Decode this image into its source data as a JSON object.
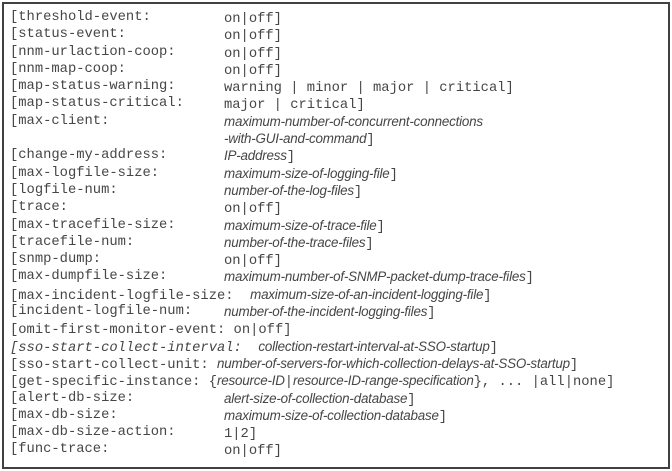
{
  "colors": {
    "text": "#464646",
    "border": "#414141",
    "background": "#ffffff"
  },
  "listing": {
    "lines": [
      {
        "segments": [
          {
            "t": "[threshold-event:",
            "s": "key"
          },
          {
            "t": "on|off]",
            "s": "mono"
          }
        ]
      },
      {
        "segments": [
          {
            "t": "[status-event:",
            "s": "key"
          },
          {
            "t": "on|off]",
            "s": "mono"
          }
        ]
      },
      {
        "segments": [
          {
            "t": "[nnm-urlaction-coop:",
            "s": "key"
          },
          {
            "t": "on|off]",
            "s": "mono"
          }
        ]
      },
      {
        "segments": [
          {
            "t": "[nnm-map-coop:",
            "s": "key"
          },
          {
            "t": "on|off]",
            "s": "mono"
          }
        ]
      },
      {
        "segments": [
          {
            "t": "[map-status-warning:",
            "s": "key"
          },
          {
            "t": "warning | minor | major | critical]",
            "s": "mono"
          }
        ]
      },
      {
        "segments": [
          {
            "t": "[map-status-critical:",
            "s": "key"
          },
          {
            "t": "major | critical]",
            "s": "mono"
          }
        ]
      },
      {
        "segments": [
          {
            "t": "[max-client:",
            "s": "key"
          },
          {
            "t": "maximum-number-of-concurrent-connections",
            "s": "sans-italic"
          }
        ]
      },
      {
        "segments": [
          {
            "t": "",
            "s": "key"
          },
          {
            "t": "-with-GUI-and-command",
            "s": "sans-italic"
          },
          {
            "t": "]",
            "s": "mono"
          }
        ]
      },
      {
        "segments": [
          {
            "t": "[change-my-address:",
            "s": "key"
          },
          {
            "t": "IP-address",
            "s": "sans-italic"
          },
          {
            "t": "]",
            "s": "mono"
          }
        ]
      },
      {
        "segments": [
          {
            "t": "[max-logfile-size:",
            "s": "key"
          },
          {
            "t": "maximum-size-of-logging-file",
            "s": "sans-italic"
          },
          {
            "t": "]",
            "s": "mono"
          }
        ]
      },
      {
        "segments": [
          {
            "t": "[logfile-num:",
            "s": "key"
          },
          {
            "t": "number-of-the-log-files",
            "s": "sans-italic"
          },
          {
            "t": "]",
            "s": "mono"
          }
        ]
      },
      {
        "segments": [
          {
            "t": "[trace:",
            "s": "key"
          },
          {
            "t": "on|off]",
            "s": "mono"
          }
        ]
      },
      {
        "segments": [
          {
            "t": "[max-tracefile-size:",
            "s": "key"
          },
          {
            "t": "maximum-size-of-trace-file",
            "s": "sans-italic"
          },
          {
            "t": "]",
            "s": "mono"
          }
        ]
      },
      {
        "segments": [
          {
            "t": "[tracefile-num:",
            "s": "key"
          },
          {
            "t": "number-of-the-trace-files",
            "s": "sans-italic"
          },
          {
            "t": "]",
            "s": "mono"
          }
        ]
      },
      {
        "segments": [
          {
            "t": "[snmp-dump:",
            "s": "key"
          },
          {
            "t": "on|off]",
            "s": "mono"
          }
        ]
      },
      {
        "segments": [
          {
            "t": "[max-dumpfile-size:",
            "s": "key"
          },
          {
            "t": "maximum-number-of-SNMP-packet-dump-trace-files",
            "s": "sans-italic"
          },
          {
            "t": "]",
            "s": "mono"
          }
        ]
      },
      {
        "segments": [
          {
            "t": "[max-incident-logfile-size:  ",
            "s": "mono"
          },
          {
            "t": "maximum-size-of-an-incident-logging-file",
            "s": "sans-italic"
          },
          {
            "t": "]",
            "s": "mono"
          }
        ]
      },
      {
        "segments": [
          {
            "t": "[incident-logfile-num:",
            "s": "key"
          },
          {
            "t": "number-of-the-incident-logging-files",
            "s": "sans-italic"
          },
          {
            "t": "]",
            "s": "mono"
          }
        ]
      },
      {
        "segments": [
          {
            "t": "[omit-first-monitor-event: on|off]",
            "s": "mono"
          }
        ]
      },
      {
        "segments": [
          {
            "t": "[sso-start-collect-interval:",
            "s": "mono-italic"
          },
          {
            "t": "  ",
            "s": "mono"
          },
          {
            "t": "collection-restart-interval-at-SSO-startup",
            "s": "sans-italic"
          },
          {
            "t": "]",
            "s": "mono"
          }
        ]
      },
      {
        "segments": [
          {
            "t": "[sso-start-collect-unit: ",
            "s": "mono"
          },
          {
            "t": "number-of-servers-for-which-collection-delays-at-SSO-startup",
            "s": "sans-italic"
          },
          {
            "t": "]",
            "s": "mono"
          }
        ]
      },
      {
        "segments": [
          {
            "t": "[get-specific-instance: ",
            "s": "mono"
          },
          {
            "t": "{",
            "s": "mono"
          },
          {
            "t": "resource-ID",
            "s": "sans-italic"
          },
          {
            "t": "|",
            "s": "mono"
          },
          {
            "t": "resource-ID-range-specification",
            "s": "sans-italic"
          },
          {
            "t": "}, ... |all|none]",
            "s": "mono"
          }
        ]
      },
      {
        "segments": [
          {
            "t": "[alert-db-size:",
            "s": "key"
          },
          {
            "t": "alert-size-of-collection-database",
            "s": "sans-italic"
          },
          {
            "t": "]",
            "s": "mono"
          }
        ]
      },
      {
        "segments": [
          {
            "t": "[max-db-size:",
            "s": "key"
          },
          {
            "t": "maximum-size-of-collection-database",
            "s": "sans-italic"
          },
          {
            "t": "]",
            "s": "mono"
          }
        ]
      },
      {
        "segments": [
          {
            "t": "[max-db-size-action:",
            "s": "key"
          },
          {
            "t": "1|2]",
            "s": "mono"
          }
        ]
      },
      {
        "segments": [
          {
            "t": "[func-trace:",
            "s": "key"
          },
          {
            "t": "on|off]",
            "s": "mono"
          }
        ]
      }
    ]
  }
}
